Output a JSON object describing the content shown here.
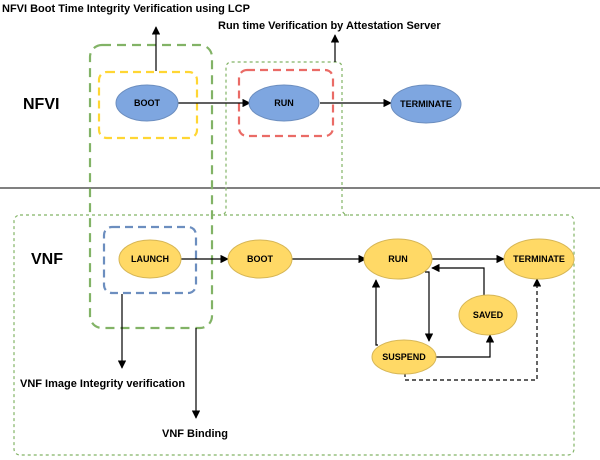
{
  "annotations": {
    "lcp_verification": "NFVI Boot Time Integrity Verification using LCP",
    "attestation_verification": "Run time Verification by Attestation Server",
    "image_integrity": "VNF Image Integrity verification",
    "vnf_binding": "VNF Binding"
  },
  "sections": {
    "nfvi": "NFVI",
    "vnf": "VNF"
  },
  "nfvi_states": {
    "boot": "BOOT",
    "run": "RUN",
    "terminate": "TERMINATE"
  },
  "vnf_states": {
    "launch": "LAUNCH",
    "boot": "BOOT",
    "run": "RUN",
    "terminate": "TERMINATE",
    "saved": "SAVED",
    "suspend": "SUSPEND"
  },
  "colors": {
    "nfvi_fill": "#7ea6e0",
    "nfvi_stroke": "#6c8ebf",
    "vnf_fill": "#ffd966",
    "vnf_stroke": "#d6b656",
    "green_dash": "#82b366",
    "yellow_dash": "#ffd633",
    "red_dash": "#ea6b66",
    "blue_dash": "#6c8ebf"
  }
}
